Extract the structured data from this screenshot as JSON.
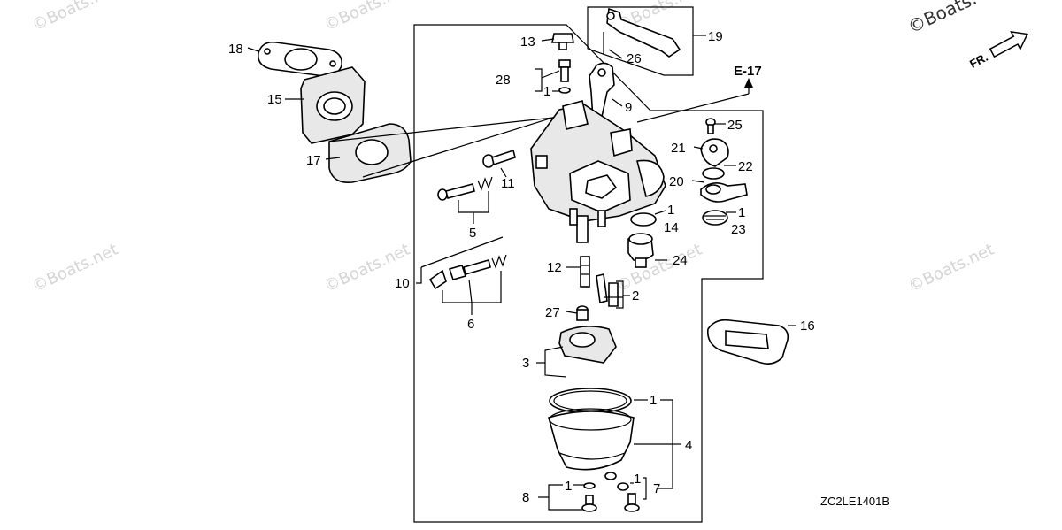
{
  "diagram_code": "ZC2LE1401B",
  "reference_label": "E-17",
  "front_label": "FR.",
  "watermarks": [
    "©Boats.net",
    "©Boats.net",
    "©Boats.net",
    "©Boats.net",
    "©Boats.net",
    "©Boats.net",
    "©Boats.net"
  ],
  "callouts": {
    "c18": "18",
    "c15": "15",
    "c17": "17",
    "c13": "13",
    "c28": "28",
    "c1a": "1",
    "c26": "26",
    "c19": "19",
    "c9": "9",
    "c25": "25",
    "c21": "21",
    "c22": "22",
    "c20": "20",
    "c1b": "1",
    "c23": "23",
    "c1c": "1",
    "c14": "14",
    "c11": "11",
    "c5": "5",
    "c24": "24",
    "c10": "10",
    "c6": "6",
    "c12": "12",
    "c2": "2",
    "c27": "27",
    "c16": "16",
    "c3": "3",
    "c1d": "1",
    "c4": "4",
    "c8": "8",
    "c1e": "1",
    "c1f": "1",
    "c7": "7"
  }
}
